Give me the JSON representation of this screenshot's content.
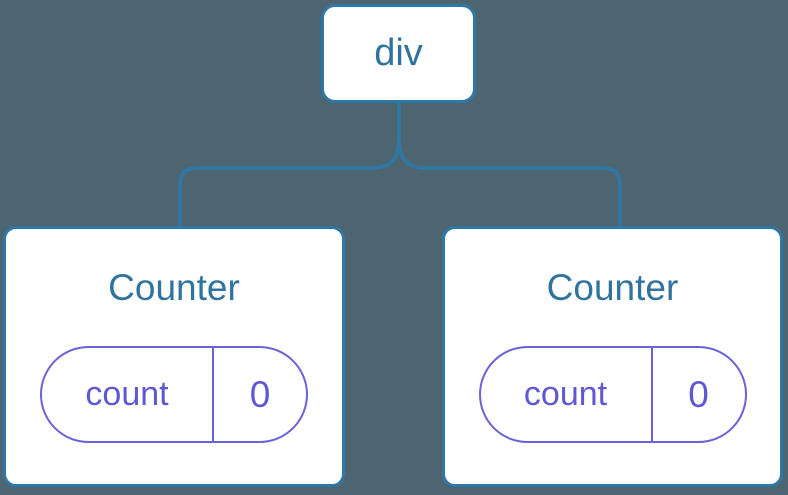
{
  "diagram": {
    "root": {
      "label": "div"
    },
    "children": [
      {
        "title": "Counter",
        "state": {
          "key": "count",
          "value": "0"
        }
      },
      {
        "title": "Counter",
        "state": {
          "key": "count",
          "value": "0"
        }
      }
    ]
  },
  "palette": {
    "background": "#4d6570",
    "connector_blue": "#2e78a8",
    "node_label_blue": "#30739f",
    "state_border_purple": "#6a63d8",
    "state_text_purple": "#5f58d2",
    "card_background": "#ffffff"
  }
}
